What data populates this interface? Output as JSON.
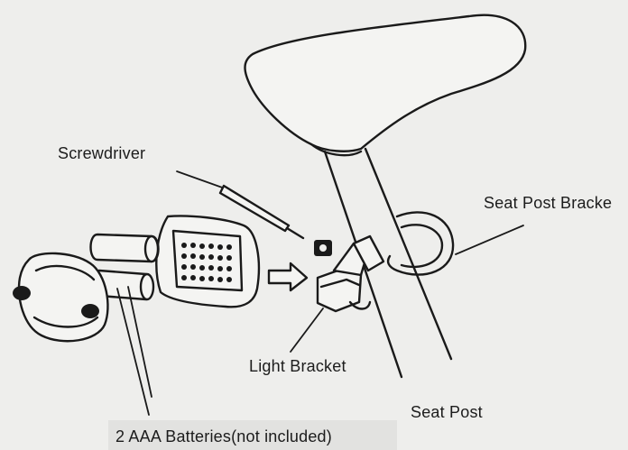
{
  "labels": {
    "screwdriver": "Screwdriver",
    "seat_post_bracket": "Seat Post Bracke",
    "light_bracket": "Light Bracket",
    "seat_post": "Seat Post",
    "batteries": "2 AAA Batteries(not included)"
  }
}
